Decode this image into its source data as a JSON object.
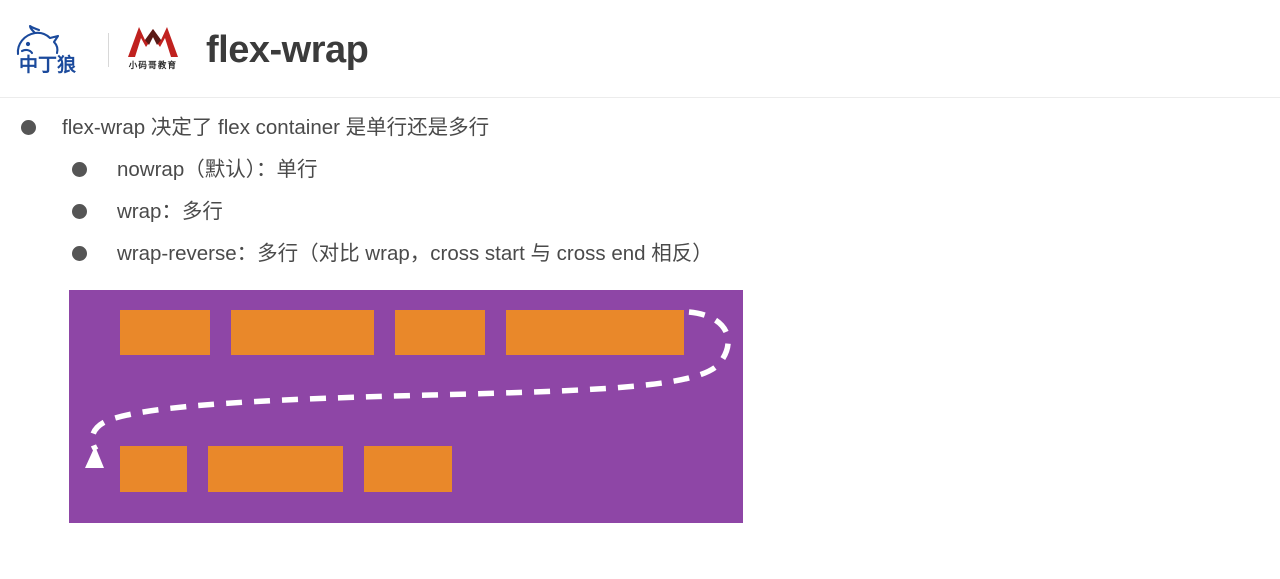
{
  "header": {
    "title": "flex-wrap",
    "brand_wolf_icon": "wolf-head-logo",
    "brand_m_icon": "m-peak-logo",
    "brand_m_text": "小码哥教育",
    "separator": "logo-divider"
  },
  "bullets": [
    {
      "level": 1,
      "text": "flex-wrap 决定了 flex container 是单行还是多行",
      "name": "bullet-flex-wrap-intro"
    },
    {
      "level": 2,
      "text": "nowrap（默认）：单行",
      "name": "bullet-nowrap"
    },
    {
      "level": 2,
      "text": "wrap：多行",
      "name": "bullet-wrap"
    },
    {
      "level": 2,
      "text": "wrap-reverse：多行（对比 wrap，cross start 与 cross end 相反）",
      "name": "bullet-wrap-reverse"
    }
  ],
  "diagram": {
    "container_label": "flex-container",
    "container_color": "#8e46a6",
    "item_color": "#e9882a",
    "arrow_color": "#ffffff",
    "arrow_style": "dashed-wrap-arrow",
    "rows": [
      {
        "row_index": 1,
        "items": [
          {
            "width": 90
          },
          {
            "width": 143
          },
          {
            "width": 90
          },
          {
            "width": 178
          }
        ]
      },
      {
        "row_index": 2,
        "items": [
          {
            "width": 67
          },
          {
            "width": 135
          },
          {
            "width": 88
          }
        ]
      }
    ]
  }
}
